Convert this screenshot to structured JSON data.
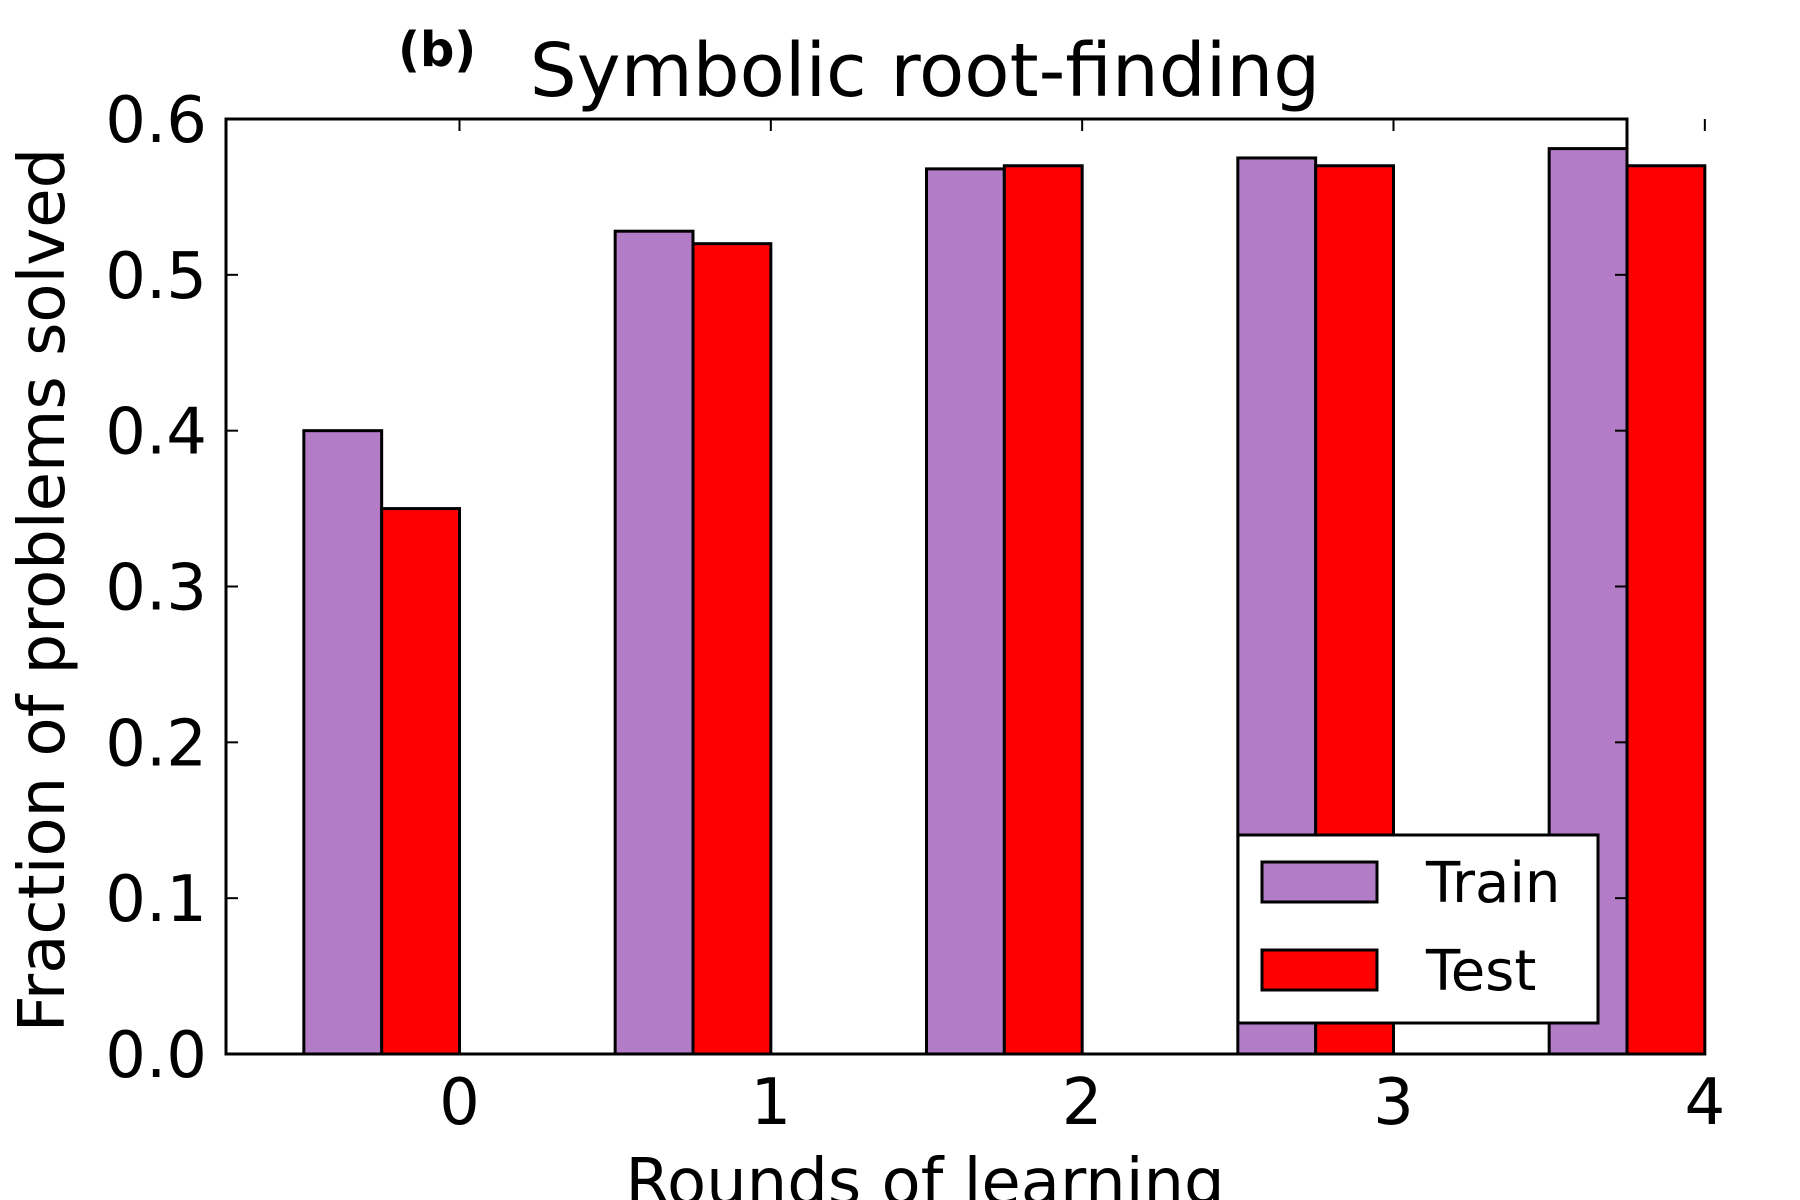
{
  "chart_data": {
    "type": "bar",
    "panel_label": "(b)",
    "title": "Symbolic root-finding",
    "xlabel": "Rounds of learning",
    "ylabel": "Fraction of problems solved",
    "categories": [
      "0",
      "1",
      "2",
      "3",
      "4"
    ],
    "series": [
      {
        "name": "Train",
        "values": [
          0.4,
          0.528,
          0.568,
          0.575,
          0.581
        ]
      },
      {
        "name": "Test",
        "values": [
          0.35,
          0.52,
          0.57,
          0.57,
          0.57
        ]
      }
    ],
    "xlim": [
      -0.75,
      3.75
    ],
    "ylim": [
      0,
      0.6
    ],
    "yticks": [
      "0.0",
      "0.1",
      "0.2",
      "0.3",
      "0.4",
      "0.5",
      "0.6"
    ],
    "grid": false,
    "legend_position": "lower-right",
    "colors": {
      "Train": "#b27dc6",
      "Test": "#ff0000"
    }
  }
}
